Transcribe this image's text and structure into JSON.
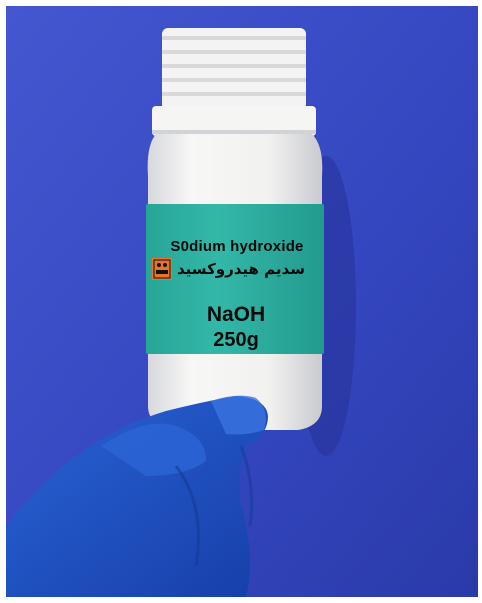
{
  "label": {
    "english_name": "S0dium hydroxide",
    "persian_name": "سدیم هیدروکسید",
    "formula": "NaOH",
    "mass": "250g"
  },
  "colors": {
    "background": "#3c4ec4",
    "bottle": "#f2f2f0",
    "label": "#2fb4a4",
    "glove": "#1b4fc4",
    "hazard": "#e06a1e"
  },
  "icons": [
    "corrosive-hazard-icon"
  ]
}
